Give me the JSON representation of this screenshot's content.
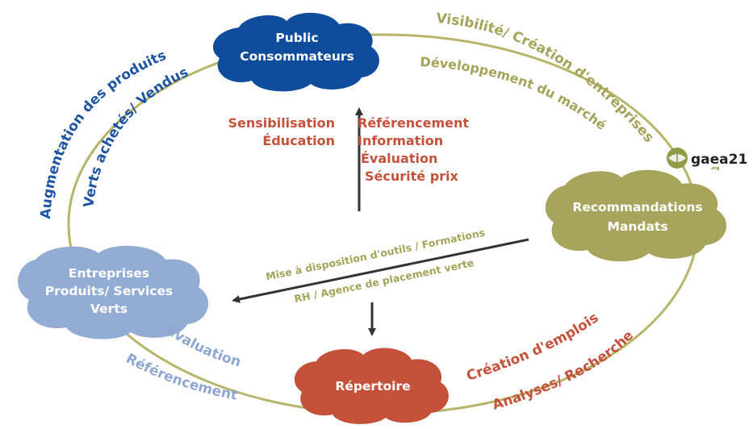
{
  "clouds": {
    "public": {
      "line1": "Public",
      "line2": "Consommateurs"
    },
    "recommandations": {
      "line1": "Recommandations",
      "line2": "Mandats"
    },
    "entreprises": {
      "line1": "Entreprises",
      "line2": "Produits/ Services",
      "line3": "Verts"
    },
    "repertoire": {
      "line1": "Répertoire"
    }
  },
  "arcs": {
    "top_right_outer": "Visibilité/ Création d'entreprises",
    "top_right_inner": "Développement du marché",
    "left_outer": "Augmentation des produits",
    "left_inner": "Verts achetés/ Vendus",
    "bottom_right_outer": "Analyses/ Recherche",
    "bottom_right_inner": "Création d'emplois",
    "bottom_left_outer": "Référencement",
    "bottom_left_inner": "Évaluation"
  },
  "center": {
    "left_lines": [
      "Sensibilisation",
      "Éducation"
    ],
    "right_lines": [
      "Référencement",
      "Information",
      "Évaluation",
      "Sécurité prix"
    ],
    "diagonal_line1": "Mise à disposition d'outils / Formations",
    "diagonal_line2": "RH / Agence de placement verte"
  },
  "logo": {
    "text": "gaea21",
    "sub": ".org"
  },
  "colors": {
    "public_cloud": "#0f4d9c",
    "recommandations_cloud": "#a7a45b",
    "entreprises_cloud": "#92acd4",
    "repertoire_cloud": "#c4523b",
    "cycle_line": "#b8b56a",
    "blue_text": "#1d55a3",
    "olive_text": "#a5a35a",
    "red_text": "#c4523b",
    "light_blue_text": "#90a8d0",
    "arrow": "#333333"
  }
}
